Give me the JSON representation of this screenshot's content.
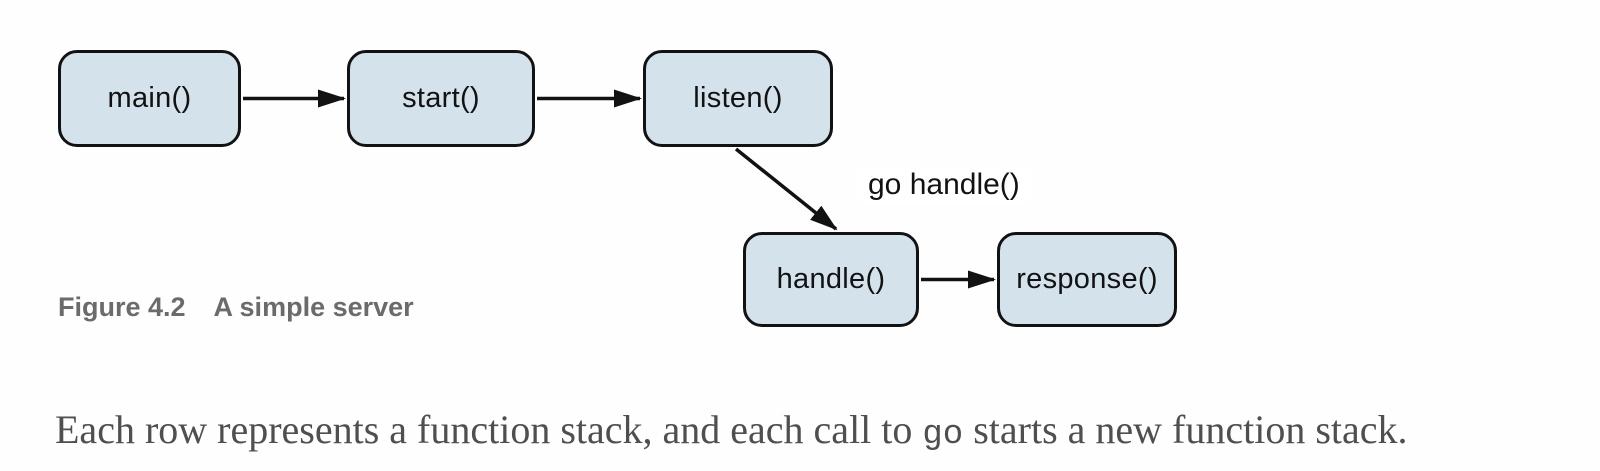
{
  "figure": {
    "nodes": [
      {
        "id": "main",
        "label": "main()"
      },
      {
        "id": "start",
        "label": "start()"
      },
      {
        "id": "listen",
        "label": "listen()"
      },
      {
        "id": "handle",
        "label": "handle()"
      },
      {
        "id": "response",
        "label": "response()"
      }
    ],
    "edge_label": "go handle()",
    "node_fill_color": "#d3e2eb",
    "node_border_color": "#121212",
    "arrow_color": "#121212"
  },
  "caption": {
    "label": "Figure 4.2",
    "title": "A simple server",
    "color": "#6b6b6b"
  },
  "body": {
    "text_before": "Each row represents a function stack, and each call to ",
    "code": "go",
    "text_after": " starts a new function stack.",
    "color": "#4f4f4f"
  }
}
